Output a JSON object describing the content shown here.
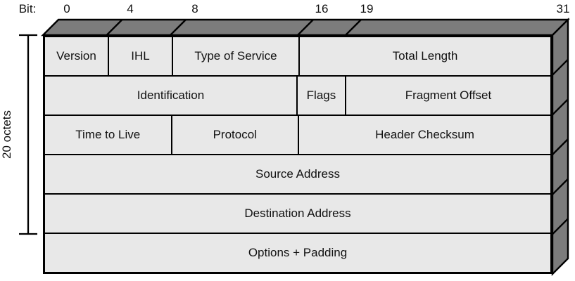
{
  "diagram": {
    "kind": "IPv4 header layout (3D box diagram)",
    "bit_axis": {
      "label": "Bit:",
      "ticks": [
        "0",
        "4",
        "8",
        "16",
        "19",
        "31"
      ]
    },
    "bracket_label": "20 octets",
    "rows": [
      {
        "cells": [
          {
            "label": "Version",
            "bits": 4
          },
          {
            "label": "IHL",
            "bits": 4
          },
          {
            "label": "Type of Service",
            "bits": 8
          },
          {
            "label": "Total Length",
            "bits": 16
          }
        ]
      },
      {
        "cells": [
          {
            "label": "Identification",
            "bits": 16
          },
          {
            "label": "Flags",
            "bits": 3
          },
          {
            "label": "Fragment Offset",
            "bits": 13
          }
        ]
      },
      {
        "cells": [
          {
            "label": "Time to Live",
            "bits": 8
          },
          {
            "label": "Protocol",
            "bits": 8
          },
          {
            "label": "Header Checksum",
            "bits": 16
          }
        ]
      },
      {
        "cells": [
          {
            "label": "Source Address",
            "bits": 32
          }
        ]
      },
      {
        "cells": [
          {
            "label": "Destination Address",
            "bits": 32
          }
        ]
      },
      {
        "cells": [
          {
            "label": "Options + Padding",
            "bits": 32
          }
        ]
      }
    ]
  },
  "colors": {
    "cell_fill": "#e8e8e8",
    "depth_fill": "#7c7c7c",
    "line": "#000000",
    "text": "#111111",
    "background": "#ffffff"
  }
}
